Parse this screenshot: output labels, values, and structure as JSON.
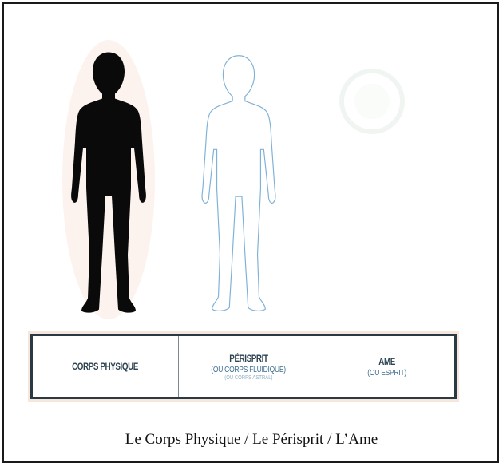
{
  "figures": [
    {
      "name": "corps-physique",
      "style": "solid",
      "color": "#0a0a0a"
    },
    {
      "name": "perisprit",
      "style": "outline",
      "color": "#7fb2d8"
    },
    {
      "name": "ame",
      "style": "faint-aura",
      "color": "#eef3ee"
    }
  ],
  "labels": [
    {
      "title": "CORPS PHYSIQUE",
      "sub": "",
      "sub2": ""
    },
    {
      "title": "PÉRISPRIT",
      "sub": "(OU CORPS FLUIDIQUE)",
      "sub2": "(OU CORPS ASTRAL)"
    },
    {
      "title": "AME",
      "sub": "(OU ESPRIT)",
      "sub2": ""
    }
  ],
  "caption": "Le Corps Physique / Le Périsprit / L’Ame",
  "colors": {
    "border": "#1a1a1a",
    "label_text": "#2b4250",
    "label_sub": "#3f6f90",
    "box_border": "#2a3a44"
  }
}
